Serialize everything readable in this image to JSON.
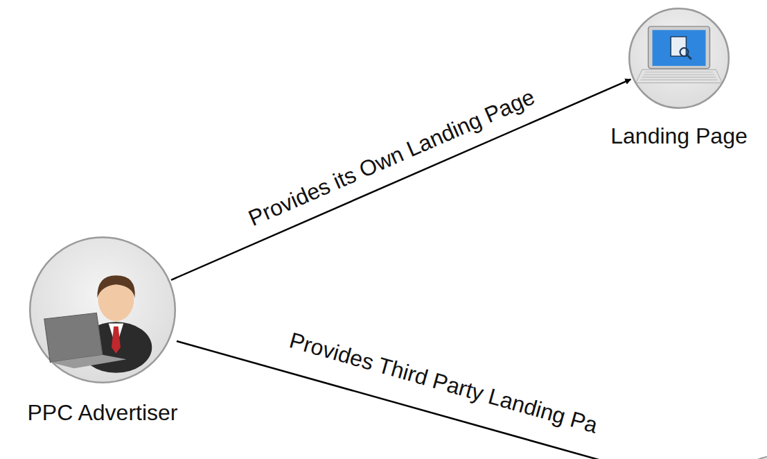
{
  "diagram": {
    "nodes": [
      {
        "text": [
          "PPC Advertiser"
        ]
      },
      {
        "text": [
          "Landing Page"
        ]
      }
    ],
    "edges": [
      {
        "from": 0,
        "to": 1,
        "arrow": "to",
        "label": "Provides its Own Landing Page"
      }
    ],
    "labels": [
      "Provides Third Party Landing Pa"
    ]
  }
}
